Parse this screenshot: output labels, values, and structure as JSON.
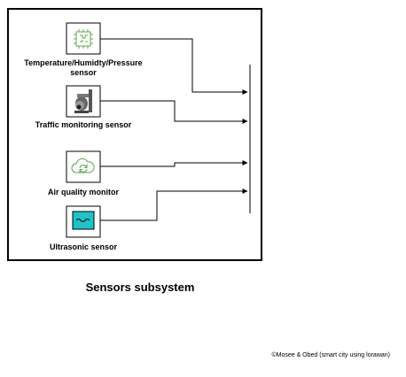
{
  "diagram": {
    "title": "Sensors subsystem",
    "credit": "©Mosee & Obed (smart city using lorawan)",
    "sensors": [
      {
        "id": "thp",
        "label_line1": "Temperature/Humidty/Pressure",
        "label_line2": "sensor",
        "icon": "microchip-icon"
      },
      {
        "id": "traffic",
        "label": "Traffic monitoring sensor",
        "icon": "security-camera-icon"
      },
      {
        "id": "air",
        "label": "Air quality monitor",
        "icon": "cloud-sync-icon"
      },
      {
        "id": "ultra",
        "label": "Ultrasonic sensor",
        "icon": "waveform-icon"
      }
    ],
    "colors": {
      "icon_green": "#5ba84b",
      "ultrasonic_fill": "#20c3c8",
      "border": "#000000"
    }
  }
}
